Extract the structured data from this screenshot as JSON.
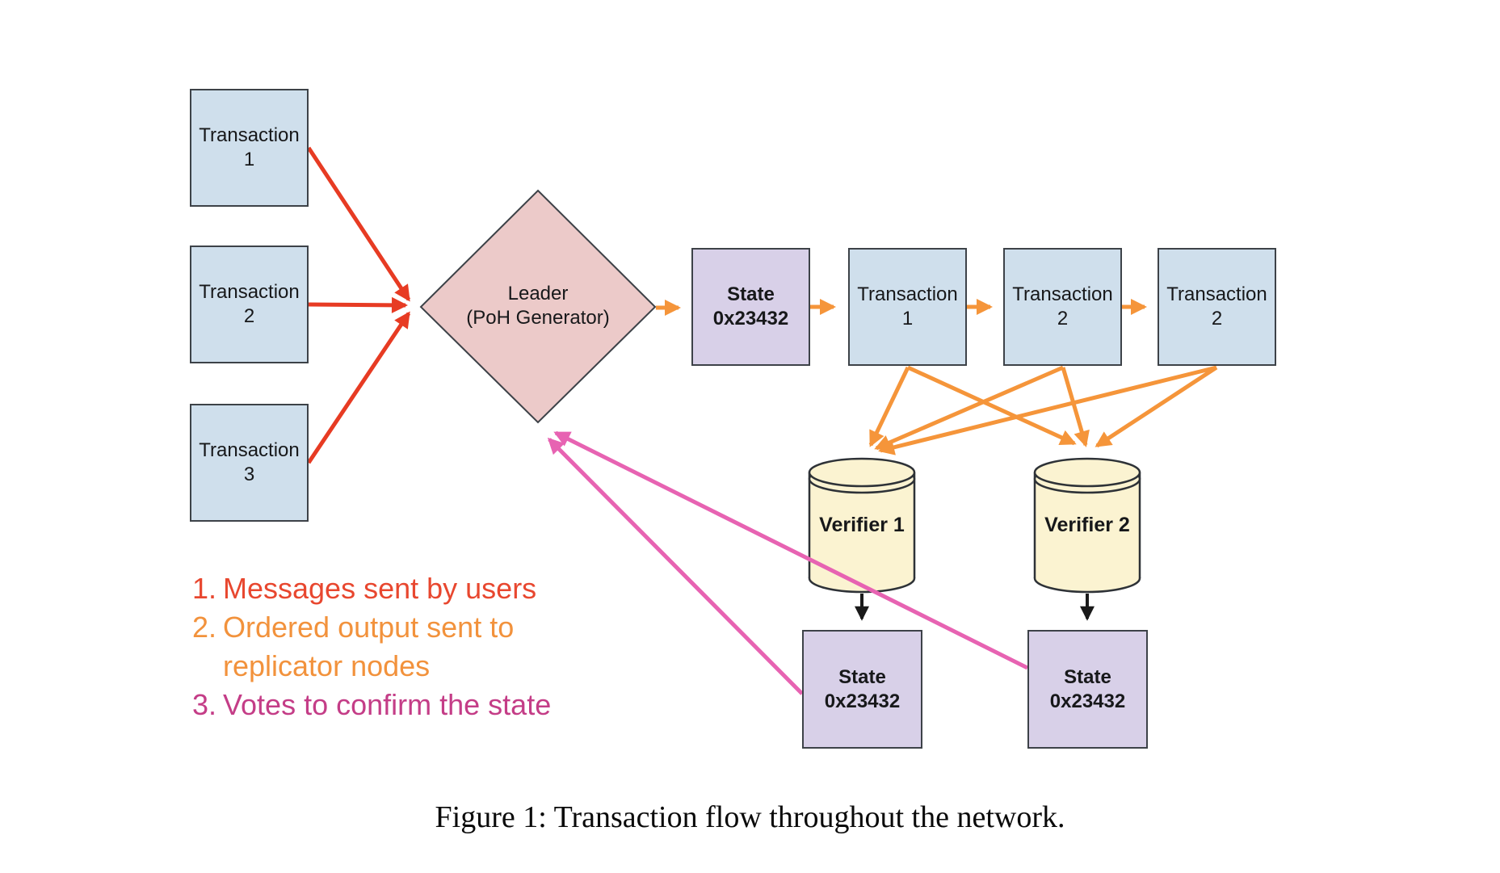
{
  "figure": {
    "caption": "Figure 1: Transaction flow throughout the network."
  },
  "nodes": {
    "user_tx1": {
      "label": "Transaction\n1"
    },
    "user_tx2": {
      "label": "Transaction\n2"
    },
    "user_tx3": {
      "label": "Transaction\n3"
    },
    "leader": {
      "label": "Leader\n(PoH Generator)"
    },
    "state_root": {
      "label": "State\n0x23432"
    },
    "chain_tx1": {
      "label": "Transaction\n1"
    },
    "chain_tx2": {
      "label": "Transaction\n2"
    },
    "chain_tx3": {
      "label": "Transaction\n2"
    },
    "verifier1": {
      "label": "Verifier 1"
    },
    "verifier2": {
      "label": "Verifier 2"
    },
    "state_verifier1": {
      "label": "State\n0x23432"
    },
    "state_verifier2": {
      "label": "State\n0x23432"
    }
  },
  "legend": {
    "items": [
      {
        "number": "1.",
        "text": "Messages sent by users",
        "color": "#e8472f"
      },
      {
        "number": "2.",
        "text": "Ordered output sent to\nreplicator nodes",
        "color": "#f2923c"
      },
      {
        "number": "3.",
        "text": "Votes to confirm the state",
        "color": "#c43d87"
      }
    ]
  },
  "colors": {
    "transaction_box_fill": "#cfdfec",
    "leader_diamond_fill": "#eccac9",
    "state_box_fill": "#d8d0e8",
    "verifier_cylinder_fill": "#fbf3d1",
    "messages_arrow": "#e73b23",
    "ordered_output_arrow": "#f5953a",
    "votes_arrow": "#e763b2",
    "verifier_to_state_arrow": "#1a1a1a"
  }
}
